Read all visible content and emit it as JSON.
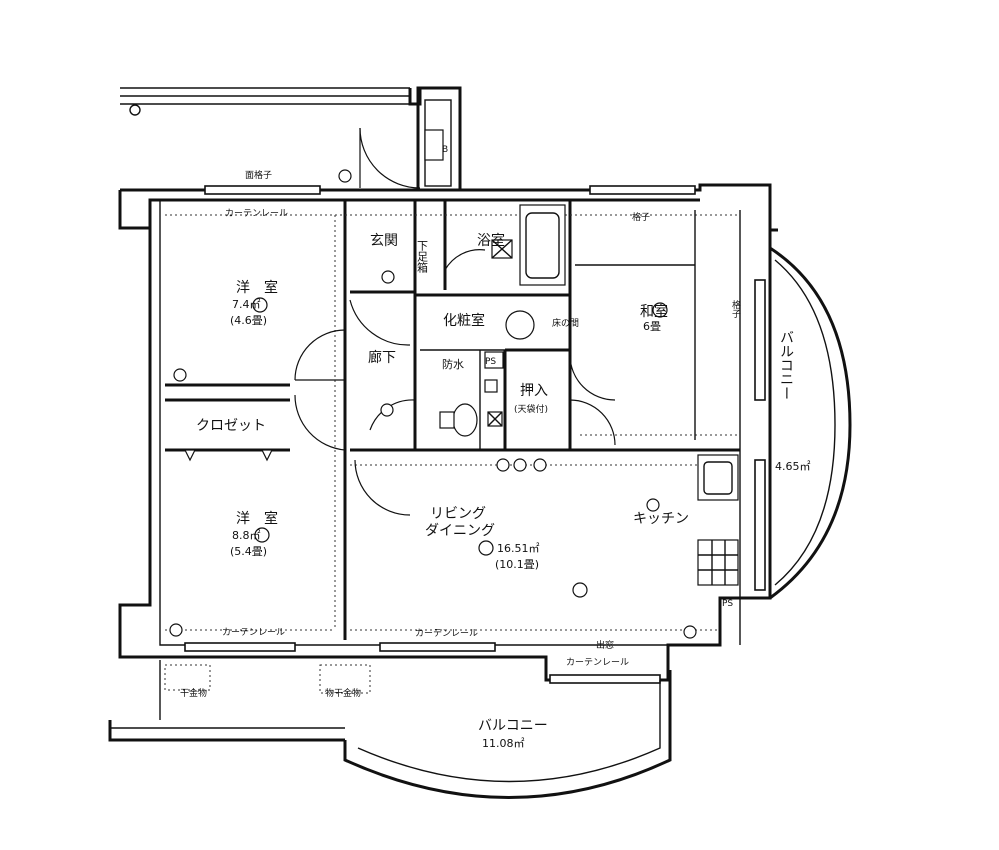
{
  "rooms": {
    "western1": {
      "name": "洋　室",
      "area": "7.4㎡",
      "tatami": "(4.6畳)"
    },
    "western2": {
      "name": "洋　室",
      "area": "8.8㎡",
      "tatami": "(5.4畳)"
    },
    "japanese": {
      "name": "和室",
      "size": "6畳"
    },
    "entrance": "玄関",
    "shoe_box": "下足箱",
    "bath": "浴室",
    "powder": "化粧室",
    "hall": "廊下",
    "waterproof": "防水",
    "ps": "PS",
    "closet": "クロゼット",
    "oshiire": "押入",
    "oshiire_note": "(天袋付)",
    "tokonoma": "床の間",
    "living": {
      "line1": "リビング",
      "line2": "ダイニング",
      "area": "16.51㎡",
      "tatami": "(10.1畳)"
    },
    "kitchen": "キッチン",
    "balcony_right": {
      "name": "バルコニー",
      "area": "4.65㎡"
    },
    "balcony_bottom": {
      "name": "バルコニー",
      "area": "11.08㎡"
    }
  },
  "labels": {
    "curtain_rail_top": "カーテンレール",
    "curtain_rail_bl": "カーテンレール",
    "curtain_rail_bm": "カーテンレール",
    "curtain_rail_br": "カーテンレール",
    "grille_top": "面格子",
    "lattice_top": "格子",
    "lattice_right": "格子",
    "window_bay": "出窓",
    "drying_rack": "干金物",
    "drying_rack2": "物干金物",
    "ps_kitchen": "PS"
  },
  "icon_names": [
    "door-swing-icon",
    "bathtub-icon",
    "sink-icon",
    "toilet-icon",
    "stove-icon",
    "outlet-icon",
    "light-icon"
  ]
}
